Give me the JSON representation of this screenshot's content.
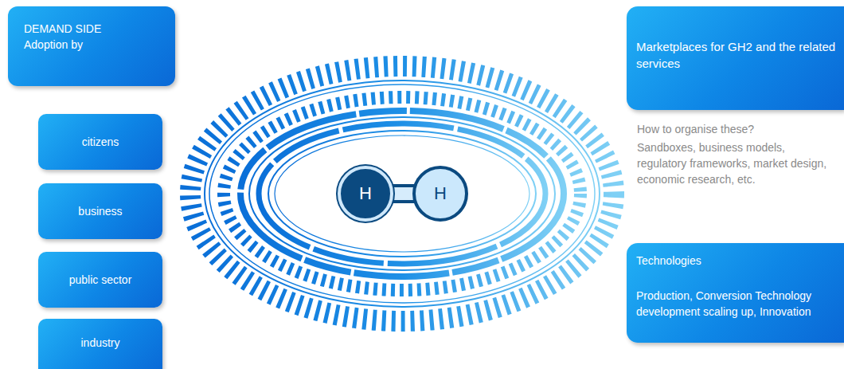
{
  "diagram": {
    "nodes": [
      {
        "text": [
          "DEMAND SIDE",
          "Adoption by"
        ]
      },
      {
        "text": [
          "citizens"
        ]
      },
      {
        "text": [
          "business"
        ]
      },
      {
        "text": [
          "public sector"
        ]
      },
      {
        "text": [
          "industry"
        ]
      },
      {
        "text": [
          "H"
        ]
      },
      {
        "text": [
          "H"
        ]
      },
      {
        "text": [
          "Marketplaces for GH2 and the related services"
        ]
      },
      {
        "text": [
          "Technologies",
          "Production, Conversion Technology development scaling up,  Innovation"
        ]
      }
    ],
    "edges": [
      {
        "from": 5,
        "to": 6,
        "arrow": "none"
      }
    ],
    "labels": [
      "How to organise these?",
      "Sandboxes, business models, regulatory frameworks, market design, economic research, etc."
    ]
  }
}
